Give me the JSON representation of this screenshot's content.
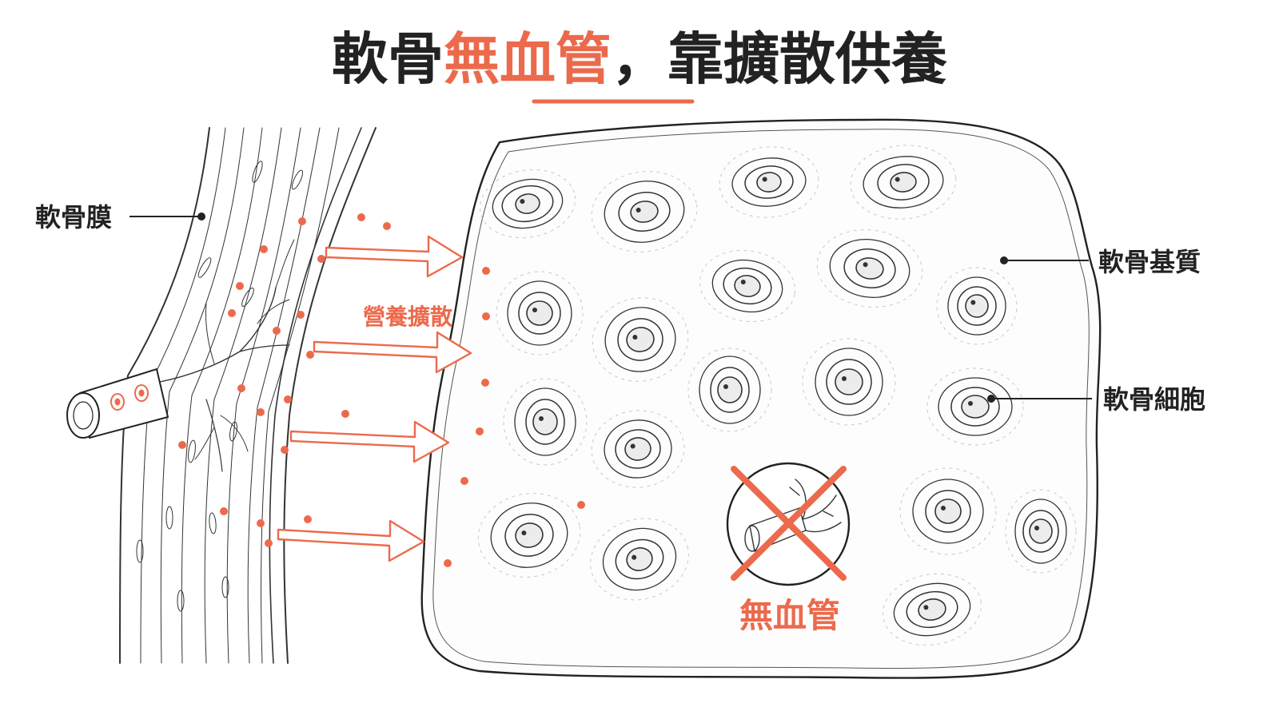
{
  "title": {
    "part1": "軟骨",
    "part2": "無血管",
    "part3": "，靠擴散供養"
  },
  "labels": {
    "perichondrium": "軟骨膜",
    "matrix": "軟骨基質",
    "chondrocyte": "軟骨細胞",
    "diffusion": "營養擴散",
    "avascular": "無血管"
  },
  "colors": {
    "accent": "#ec6a4c",
    "ink": "#222222"
  },
  "icons": {
    "no_vessel": "crossed-blood-vessel-icon"
  }
}
